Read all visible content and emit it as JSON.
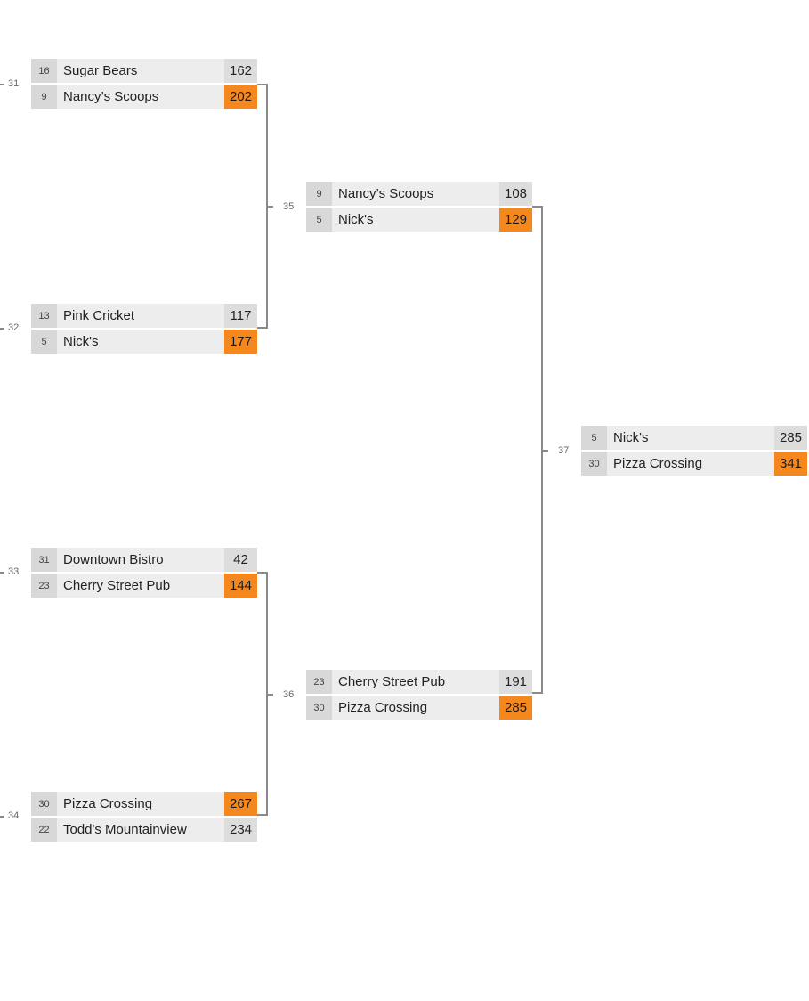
{
  "bracket": {
    "matches": [
      {
        "id": "m31",
        "number": "31",
        "teams": [
          {
            "seed": "16",
            "name": "Sugar Bears",
            "score": "162",
            "winner": false
          },
          {
            "seed": "9",
            "name": "Nancy’s Scoops",
            "score": "202",
            "winner": true
          }
        ]
      },
      {
        "id": "m32",
        "number": "32",
        "teams": [
          {
            "seed": "13",
            "name": "Pink Cricket",
            "score": "117",
            "winner": false
          },
          {
            "seed": "5",
            "name": "Nick's",
            "score": "177",
            "winner": true
          }
        ]
      },
      {
        "id": "m33",
        "number": "33",
        "teams": [
          {
            "seed": "31",
            "name": "Downtown Bistro",
            "score": "42",
            "winner": false
          },
          {
            "seed": "23",
            "name": "Cherry Street Pub",
            "score": "144",
            "winner": true
          }
        ]
      },
      {
        "id": "m34",
        "number": "34",
        "teams": [
          {
            "seed": "30",
            "name": "Pizza Crossing",
            "score": "267",
            "winner": true
          },
          {
            "seed": "22",
            "name": "Todd's Mountainview",
            "score": "234",
            "winner": false
          }
        ]
      },
      {
        "id": "m35",
        "number": "35",
        "teams": [
          {
            "seed": "9",
            "name": "Nancy’s Scoops",
            "score": "108",
            "winner": false
          },
          {
            "seed": "5",
            "name": "Nick's",
            "score": "129",
            "winner": true
          }
        ]
      },
      {
        "id": "m36",
        "number": "36",
        "teams": [
          {
            "seed": "23",
            "name": "Cherry Street Pub",
            "score": "191",
            "winner": false
          },
          {
            "seed": "30",
            "name": "Pizza Crossing",
            "score": "285",
            "winner": true
          }
        ]
      },
      {
        "id": "m37",
        "number": "37",
        "teams": [
          {
            "seed": "5",
            "name": "Nick's",
            "score": "285",
            "winner": false
          },
          {
            "seed": "30",
            "name": "Pizza Crossing",
            "score": "341",
            "winner": true
          }
        ]
      }
    ],
    "colors": {
      "winner_score": "#f5871f",
      "team_bg": "#ededed",
      "seed_bg": "#d8d8d8",
      "score_bg": "#dddddd",
      "connector": "#8a8a8a"
    }
  }
}
